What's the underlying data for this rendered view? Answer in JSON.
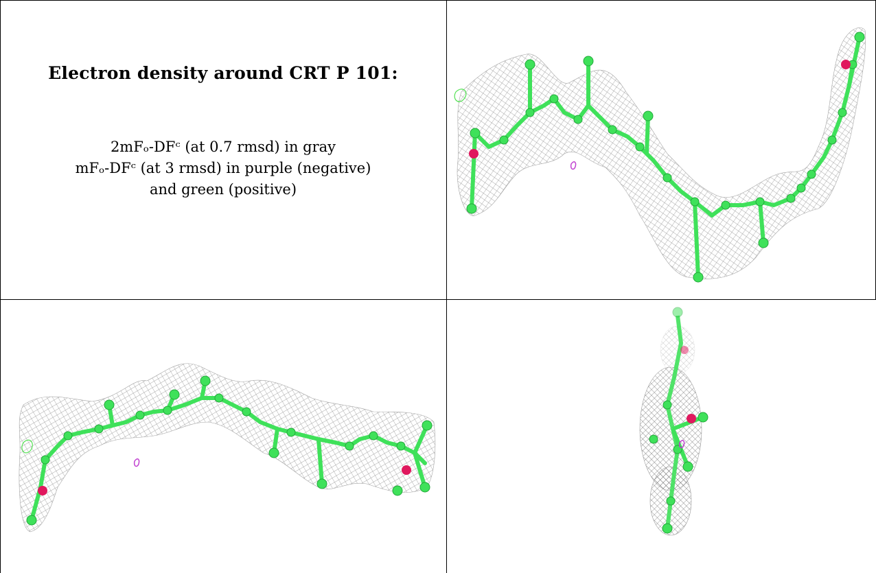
{
  "figure": {
    "title": "Electron density around CRT P 101:",
    "legend": [
      {
        "line": "2mFₒ-DFᶜ (at 0.7 rmsd) in gray"
      },
      {
        "line": "mFₒ-DFᶜ (at 3 rmsd) in purple (negative)"
      },
      {
        "line": "and green (positive)"
      }
    ],
    "colors": {
      "mesh_2fofc": "#8a8a8a",
      "carbon_atoms": "#3fe15a",
      "oxygen_atoms": "#e0185e",
      "negative_density": "#c040d0",
      "positive_density": "#52e252"
    },
    "panels": [
      {
        "id": "view-top-right",
        "content": "molecule-with-density-mesh"
      },
      {
        "id": "view-bottom-left",
        "content": "molecule-with-density-mesh"
      },
      {
        "id": "view-bottom-right",
        "content": "molecule-end-on-view"
      }
    ]
  }
}
